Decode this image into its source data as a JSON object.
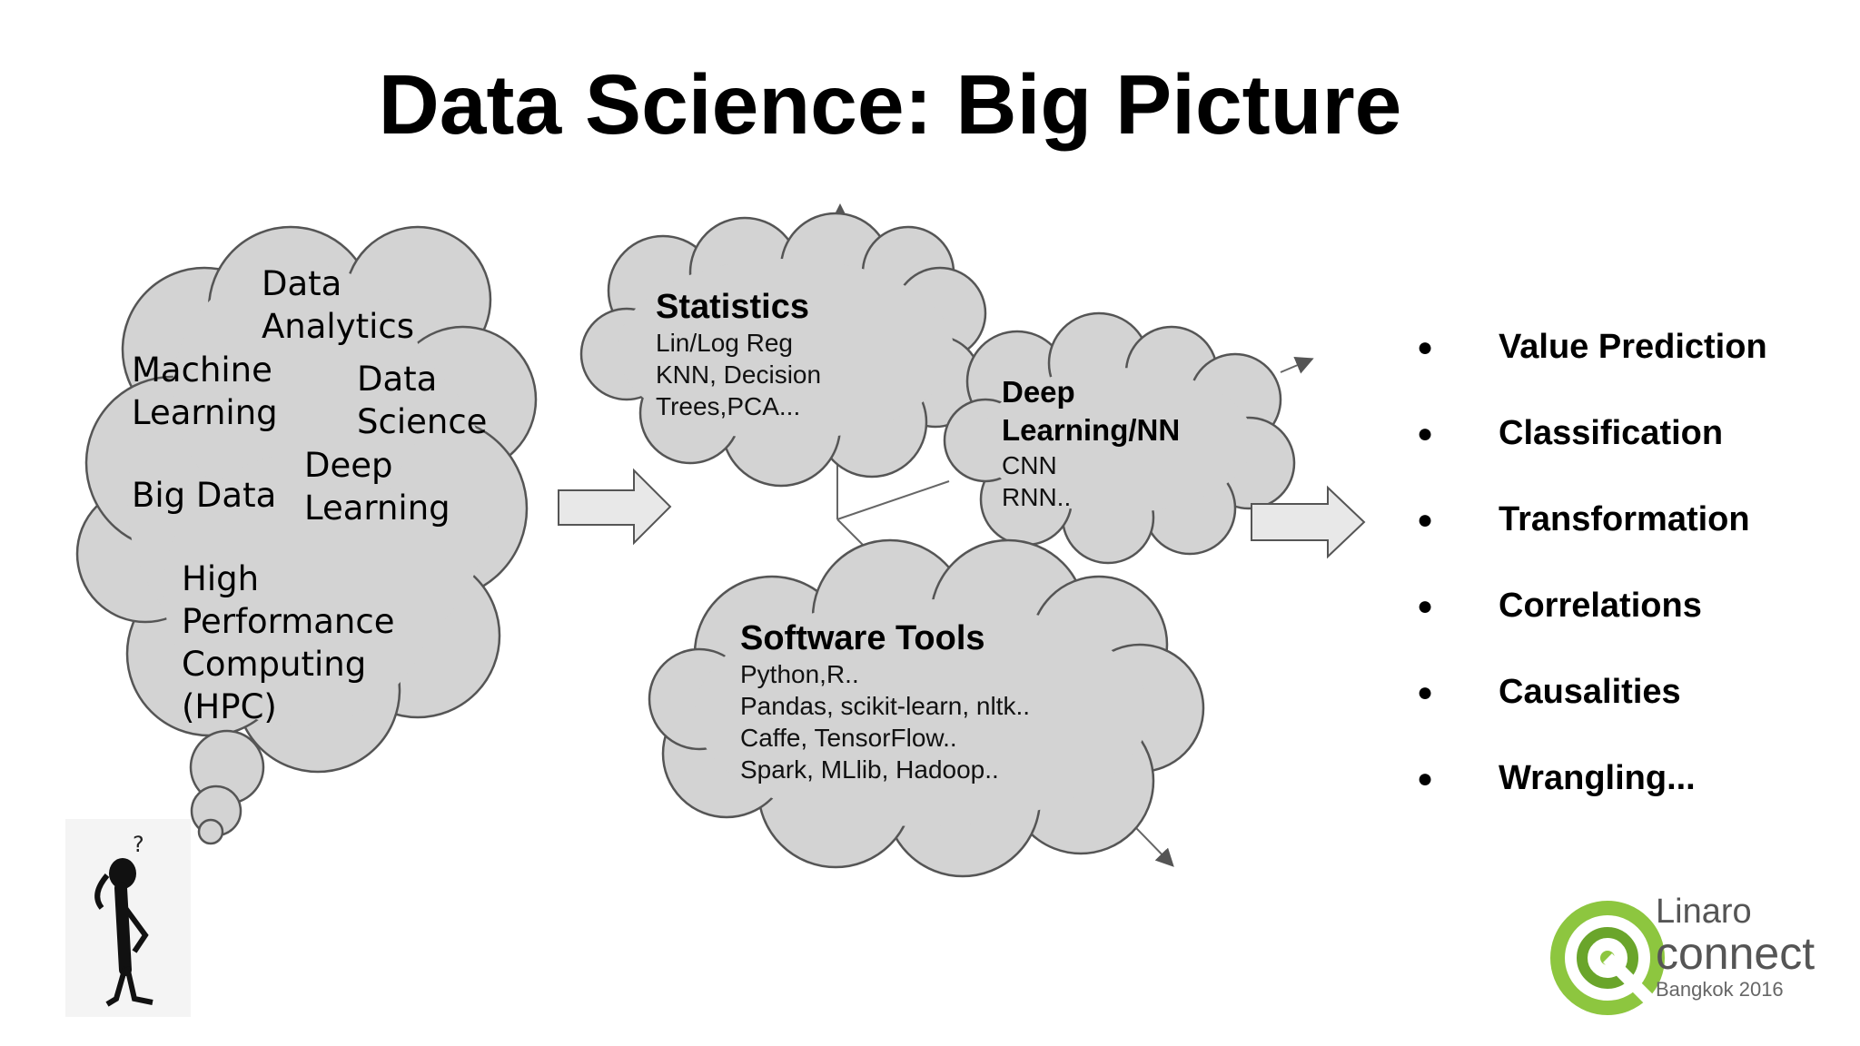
{
  "slide": {
    "title": "Data Science: Big Picture"
  },
  "thought_cloud": {
    "terms": [
      {
        "lines": [
          "Data",
          "Analytics"
        ]
      },
      {
        "lines": [
          "Machine",
          "Learning"
        ]
      },
      {
        "lines": [
          "Data",
          "Science"
        ]
      },
      {
        "lines": [
          "Big Data"
        ]
      },
      {
        "lines": [
          "Deep",
          "Learning"
        ]
      },
      {
        "lines": [
          "High",
          "Performance",
          "Computing",
          "(HPC)"
        ]
      }
    ],
    "figure_symbol": "?"
  },
  "clouds": {
    "statistics": {
      "title": "Statistics",
      "lines": [
        "Lin/Log Reg",
        "KNN, Decision",
        "Trees,PCA..."
      ]
    },
    "deep_learning": {
      "title_lines": [
        "Deep",
        "Learning/NN"
      ],
      "lines": [
        "CNN",
        "RNN.."
      ]
    },
    "software_tools": {
      "title": "Software Tools",
      "lines": [
        "Python,R..",
        "Pandas, scikit-learn, nltk..",
        "Caffe, TensorFlow..",
        "Spark, MLlib, Hadoop.."
      ]
    }
  },
  "outcomes": {
    "bullet_symbol": "●",
    "items": [
      "Value Prediction",
      "Classification",
      "Transformation",
      "Correlations",
      "Causalities",
      "Wrangling..."
    ]
  },
  "logo": {
    "line1": "Linaro",
    "line2": "connect",
    "line3": "Bangkok 2016",
    "colors": {
      "green": "#8dc63f",
      "dark_green": "#6aa52b"
    }
  },
  "colors": {
    "cloud_fill": "#d3d3d3",
    "cloud_stroke": "#555555",
    "arrow_fill": "#e8e8e8"
  }
}
